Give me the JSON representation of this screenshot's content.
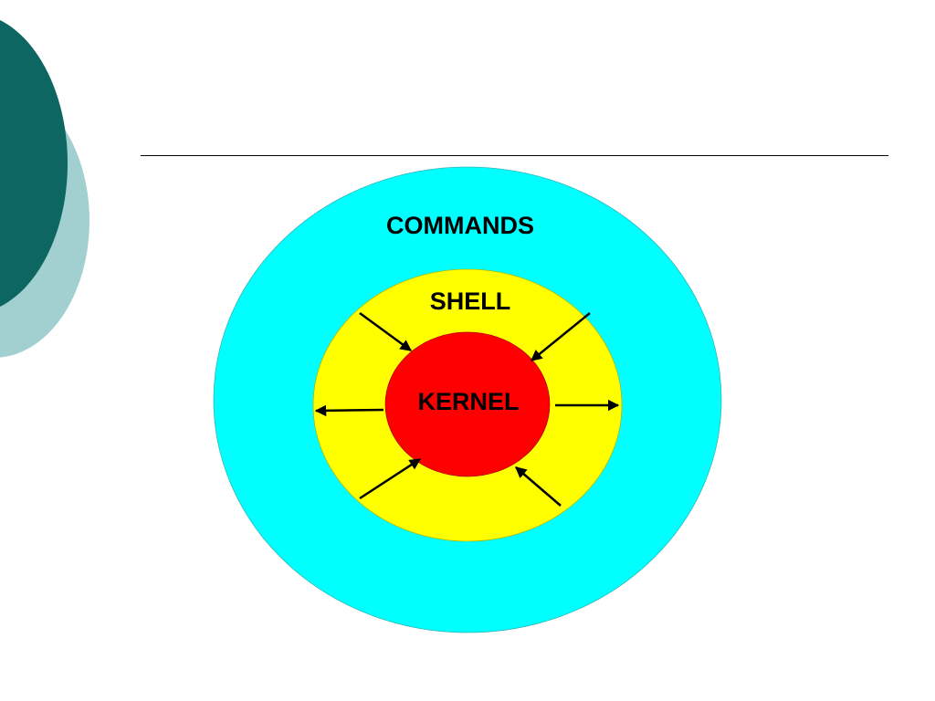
{
  "slide": {
    "title": "",
    "decoration_colors": {
      "dark": "#0d6661",
      "light": "#a2d0d0"
    }
  },
  "diagram": {
    "layers": [
      {
        "name": "commands",
        "label": "COMMANDS",
        "color": "#00ffff"
      },
      {
        "name": "shell",
        "label": "SHELL",
        "color": "#ffff00"
      },
      {
        "name": "kernel",
        "label": "KERNEL",
        "color": "#ff0000"
      }
    ],
    "arrow_color": "#000000"
  }
}
